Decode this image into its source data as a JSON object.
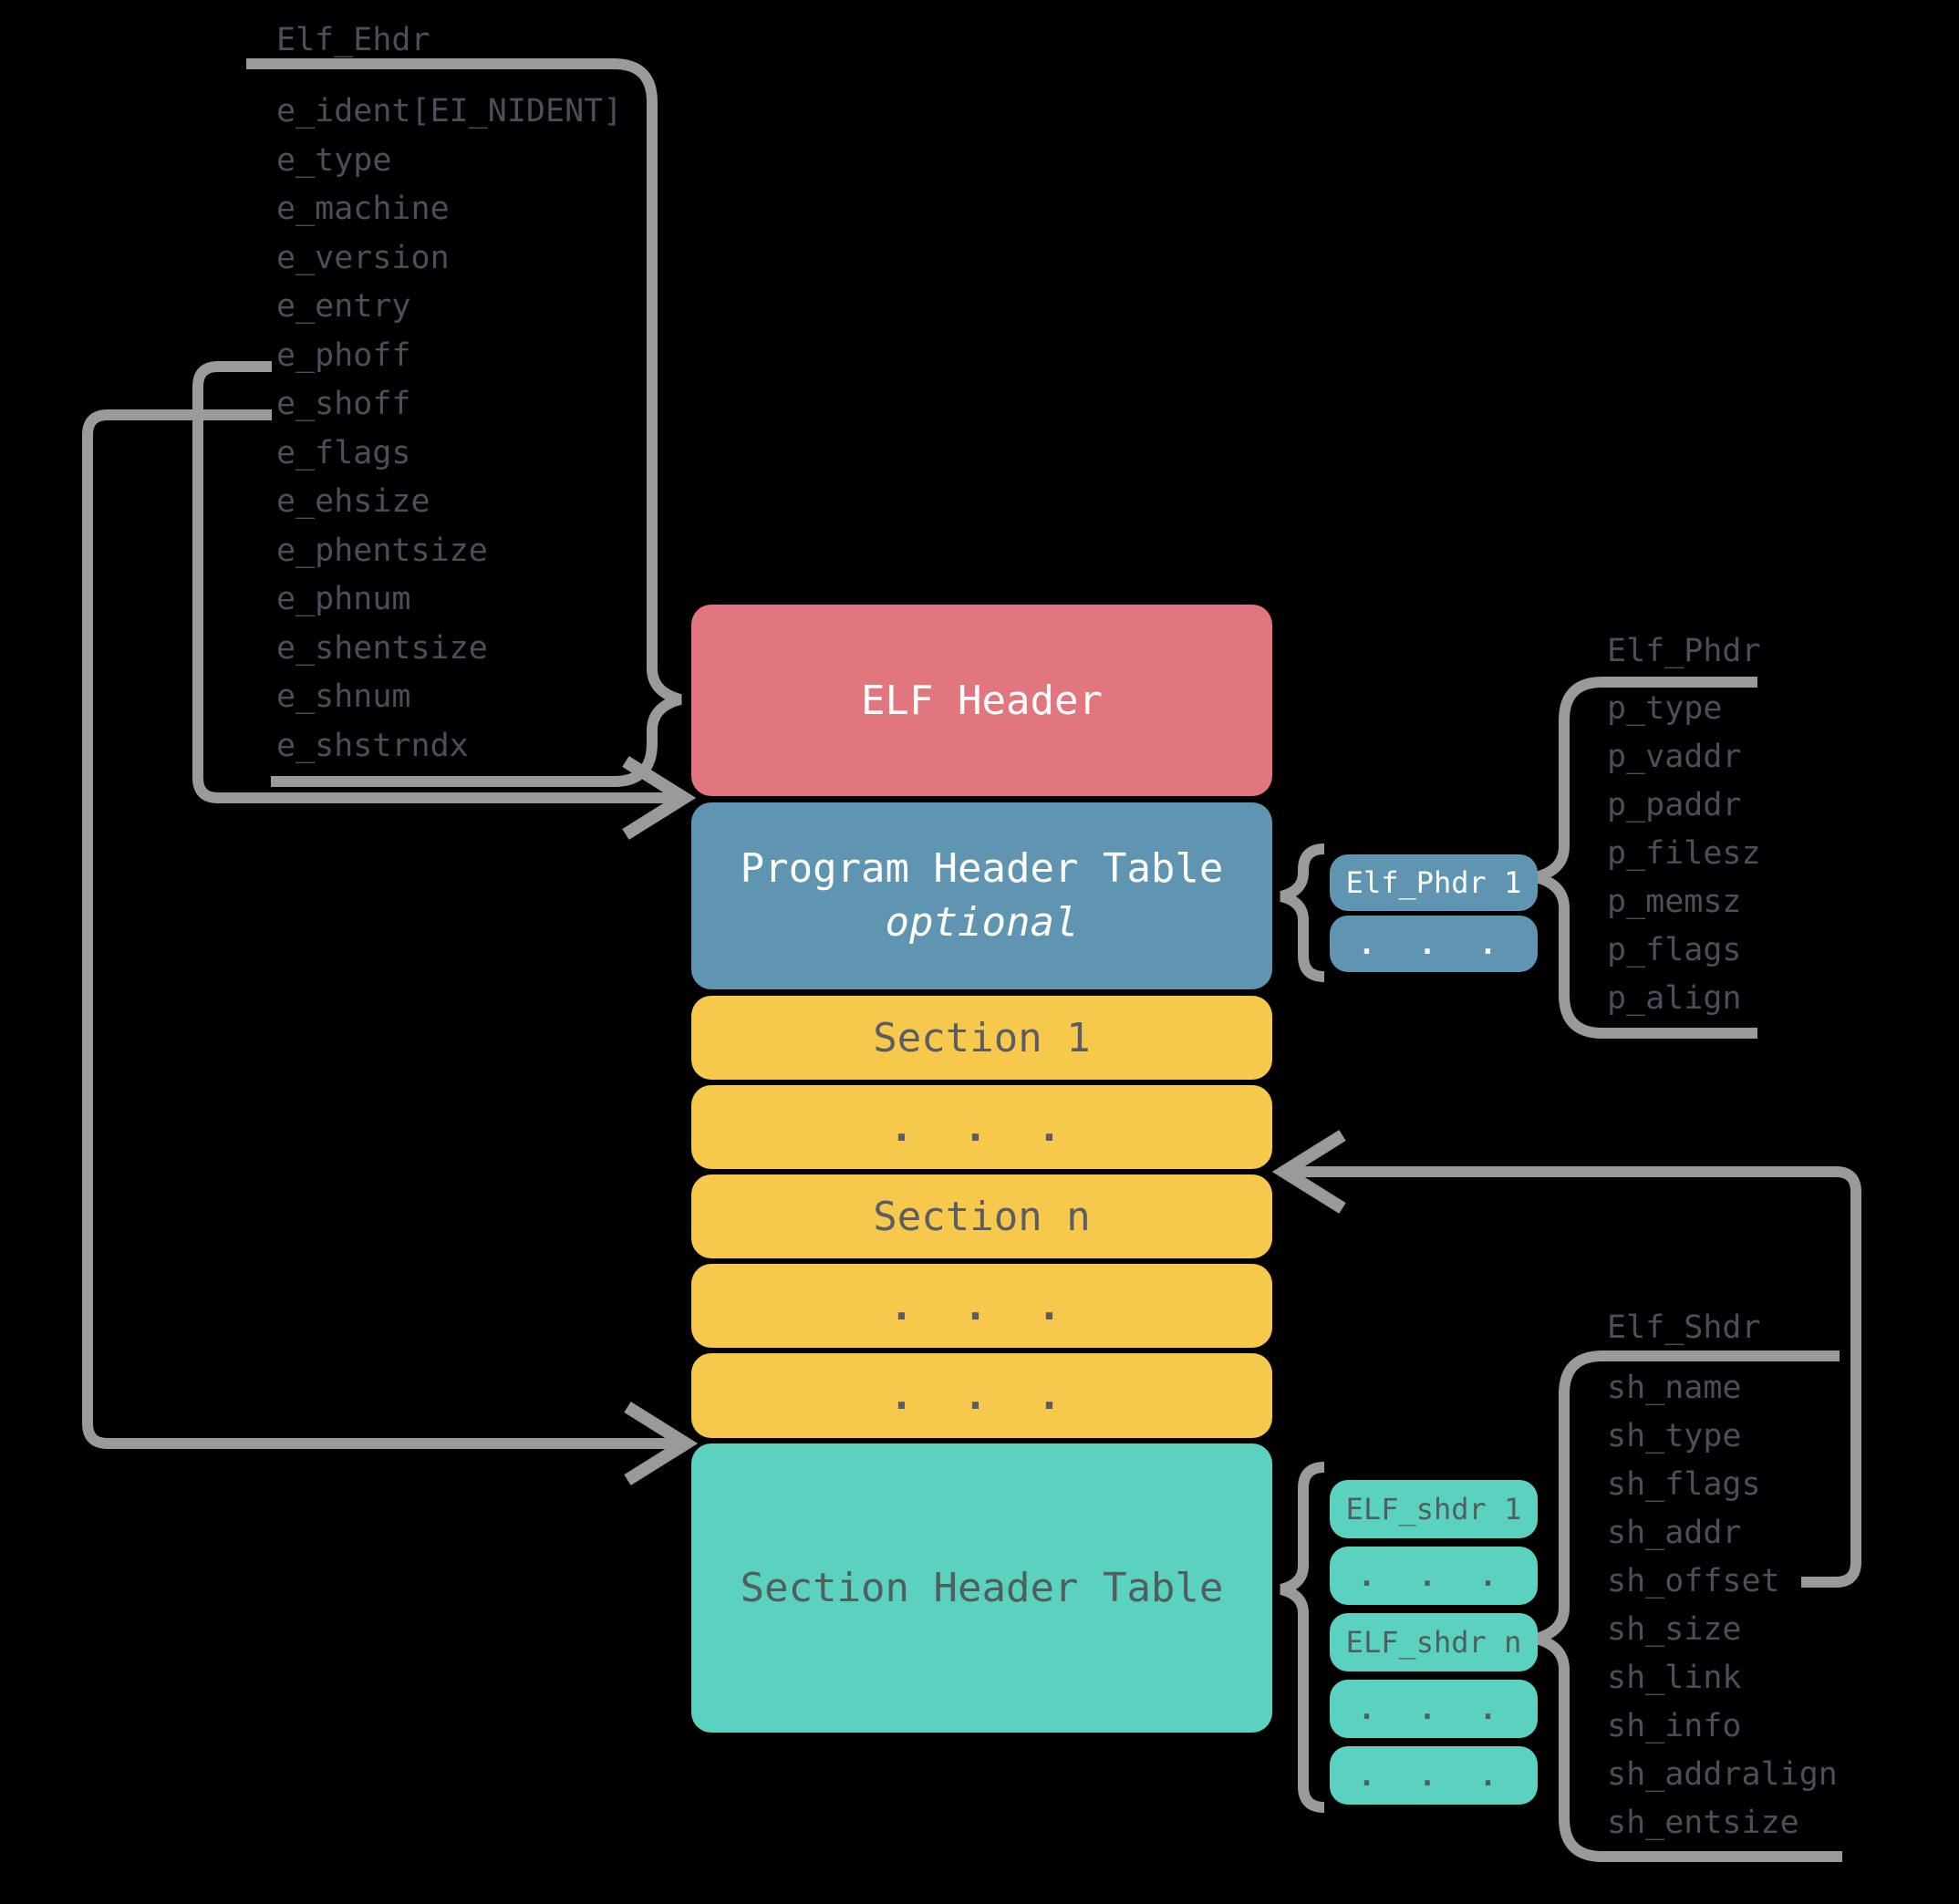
{
  "colors": {
    "background": "#000000",
    "connector": "#9a9a9a",
    "label_text": "#4d4d5b",
    "elf_header_fill": "#e2767f",
    "pht_fill": "#6095b2",
    "section_fill": "#f6c94c",
    "sht_fill": "#5bd2bf",
    "box_text_light": "#ffffff",
    "box_text_dark": "#5c5c66",
    "sht_text": "#4f5f5b"
  },
  "ehdr": {
    "title": "Elf_Ehdr",
    "fields": [
      "e_ident[EI_NIDENT]",
      "e_type",
      "e_machine",
      "e_version",
      "e_entry",
      "e_phoff",
      "e_shoff",
      "e_flags",
      "e_ehsize",
      "e_phentsize",
      "e_phnum",
      "e_shentsize",
      "e_shnum",
      "e_shstrndx"
    ]
  },
  "phdr": {
    "title": "Elf_Phdr",
    "fields": [
      "p_type",
      "p_vaddr",
      "p_paddr",
      "p_filesz",
      "p_memsz",
      "p_flags",
      "p_align"
    ]
  },
  "shdr": {
    "title": "Elf_Shdr",
    "fields": [
      "sh_name",
      "sh_type",
      "sh_flags",
      "sh_addr",
      "sh_offset",
      "sh_size",
      "sh_link",
      "sh_info",
      "sh_addralign",
      "sh_entsize"
    ]
  },
  "file_layout": {
    "elf_header": {
      "label": "ELF Header"
    },
    "program_header_table": {
      "label": "Program Header Table",
      "sublabel": "optional"
    },
    "sections": [
      "Section 1",
      ". . .",
      "Section n",
      ". . .",
      ". . ."
    ],
    "section_header_table": {
      "label": "Section Header Table"
    }
  },
  "phdr_entries": [
    "Elf_Phdr 1",
    ". . ."
  ],
  "shdr_entries": [
    "ELF_shdr 1",
    ". . .",
    "ELF_shdr n",
    ". . .",
    ". . ."
  ]
}
